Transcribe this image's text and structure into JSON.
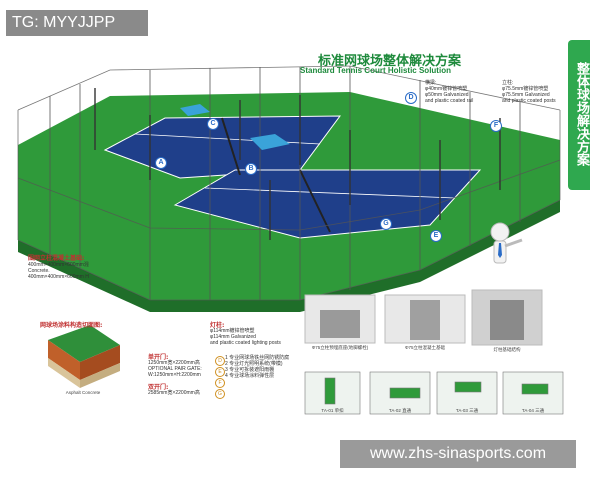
{
  "tag": "TG: MYYJJPP",
  "watermark": "www.zhs-sinasports.com",
  "side_tab": "整体球场解决方案",
  "title_cn": "标准网球场整体解决方案",
  "title_en": "Standard Tennis Court Holistic Solution",
  "markers": [
    "A",
    "B",
    "C",
    "D",
    "E",
    "F",
    "G"
  ],
  "annotations": {
    "top_net": "横梁:\nφ40mm镀锌管喷塑\nφ50mm Galvanized\nand plastic coated rail",
    "post": "立柱:\nφ75.5mm镀锌管喷塑\nφ75.5mm Galvanized\nand plastic coated posts",
    "foundation_title": "围网立柱混凝土基础:",
    "foundation": "400mm×400mm×600mm混\nConcrete.\n400mm×400mm×600mm H",
    "light_title": "灯柱:",
    "light": "φ114mm镀锌管喷塑\nφ114mm Galvanized\nand plastic coated lighting posts",
    "single_gate_title": "单开门:",
    "single_gate": "1250mm宽×2200mm高\nOPTIONAL PAIR GATE:\nW:1250mm×H:2200mm",
    "double_gate_title": "双开门:",
    "double_gate": "2585mm宽×2200mm高",
    "material_title": "网球场涂料构造切面图:",
    "notes": "1 专业网球场铁丝网防锈防腐\n2 专业灯光照明系统(带模)\n3 专业可拆装遮阳雨棚\n4 专业球场涂料弹性层"
  },
  "detail_captions": [
    "Φ75立柱预埋底座(地脚螺栓)",
    "Φ75立柱混凝土基础",
    "灯柱基础结构"
  ],
  "fitting_captions": [
    "TA-01 单扣",
    "TA-02 直通",
    "TA-03 三通",
    "TA-04 三通"
  ],
  "layer_label": "Asphalt Concrete"
}
